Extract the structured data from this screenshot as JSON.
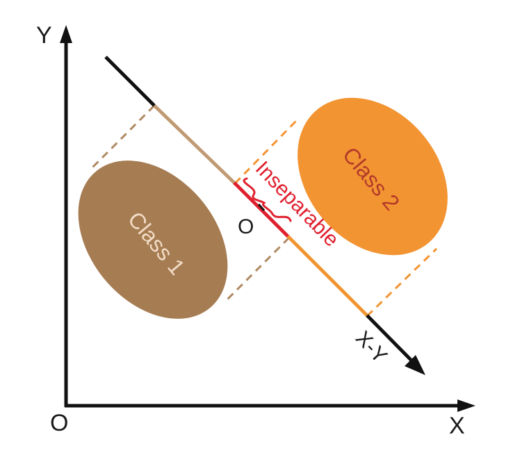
{
  "axes": {
    "y_label": "Y",
    "x_label": "X",
    "origin_label": "O"
  },
  "projection": {
    "axis_label": "X-Y",
    "center_label": "O",
    "overlap_label": "Inseparable"
  },
  "classes": [
    {
      "label": "Class 1",
      "color": "#a67c52",
      "label_color": "#f2dcc6"
    },
    {
      "label": "Class 2",
      "color": "#f39432",
      "label_color": "#b33a2a"
    }
  ],
  "colors": {
    "axis": "#111111",
    "overlap": "#e0202e",
    "class1_projection": "#c09a73",
    "class2_projection": "#f39432"
  }
}
